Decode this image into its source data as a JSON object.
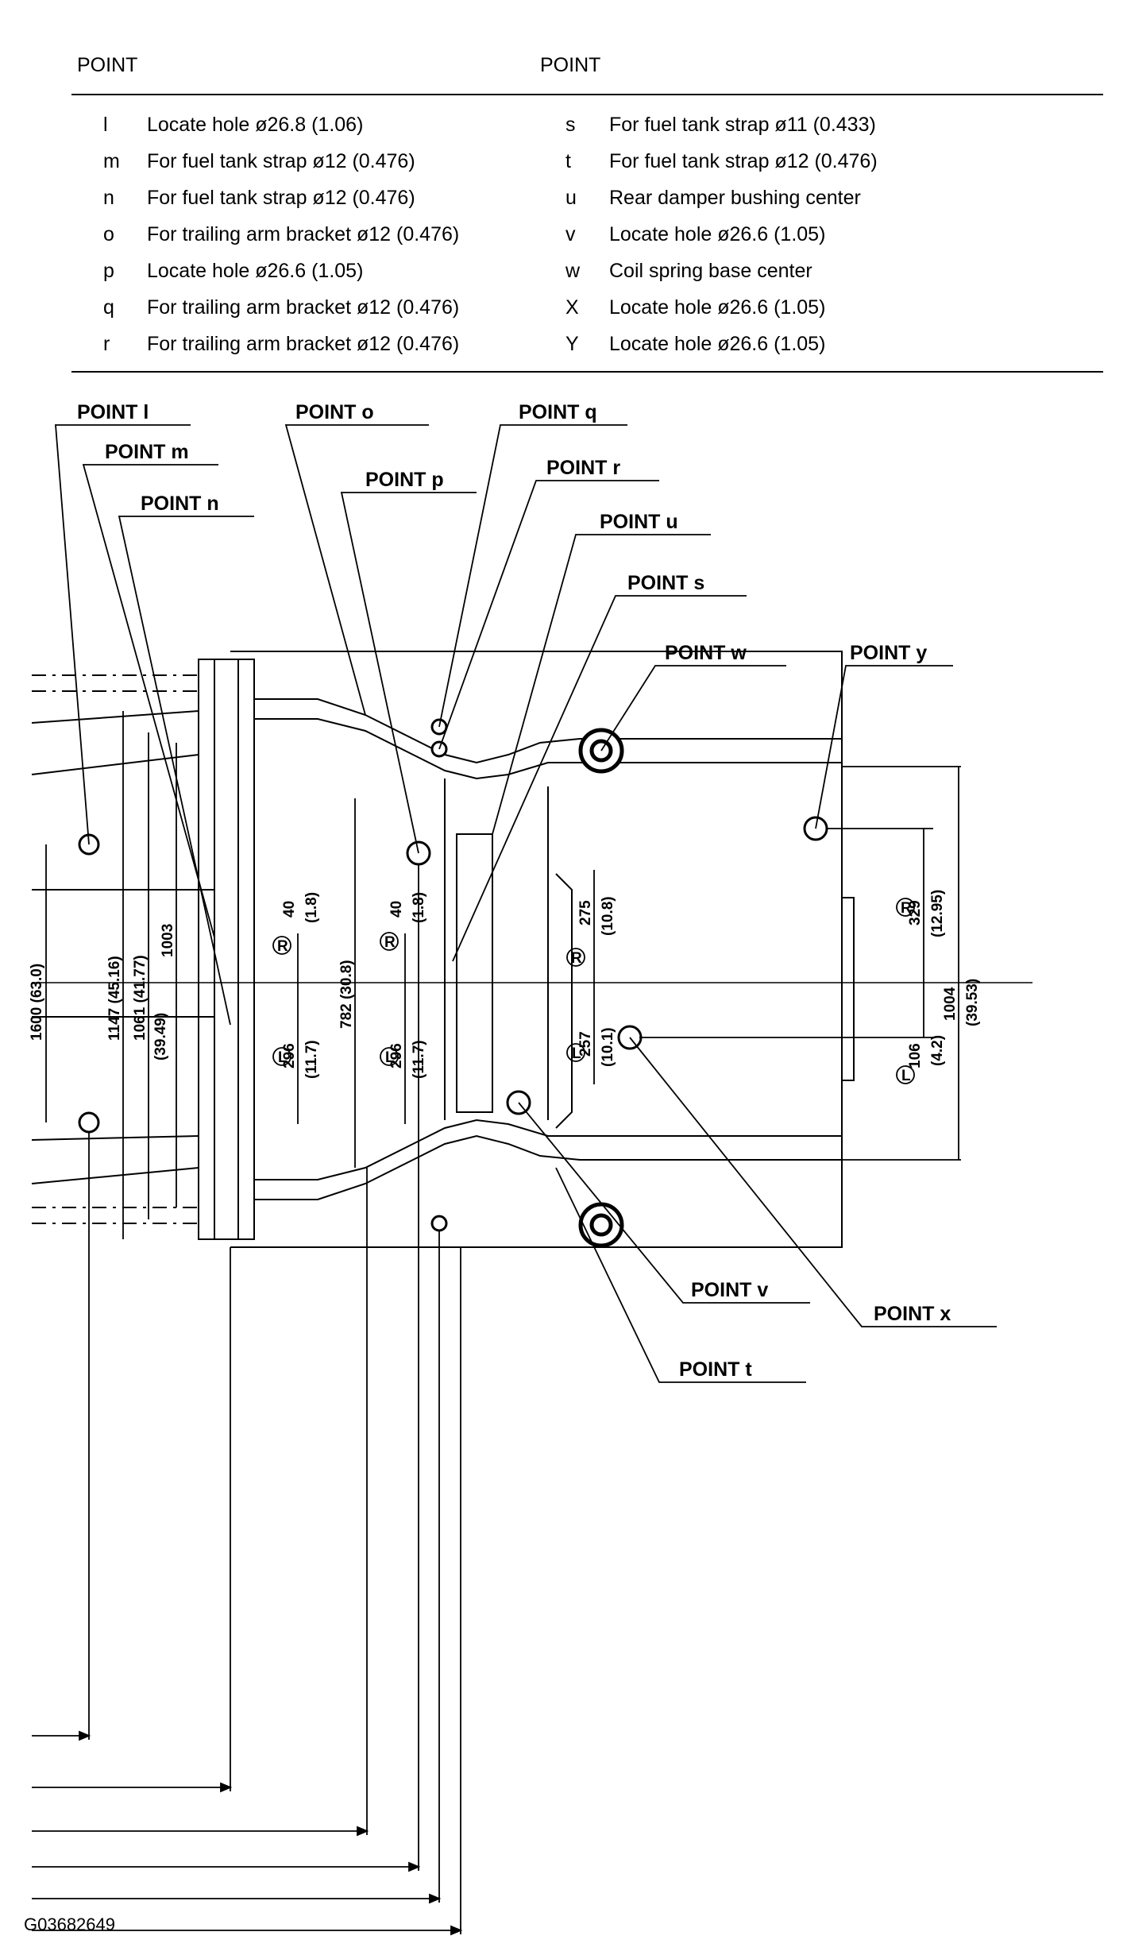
{
  "legend": {
    "col1_header": "POINT",
    "col2_header": "POINT",
    "left": [
      {
        "key": "l",
        "text": "Locate hole ø26.8 (1.06)"
      },
      {
        "key": "m",
        "text": "For fuel tank strap ø12 (0.476)"
      },
      {
        "key": "n",
        "text": "For fuel tank strap ø12 (0.476)"
      },
      {
        "key": "o",
        "text": "For trailing arm bracket ø12 (0.476)"
      },
      {
        "key": "p",
        "text": "Locate hole ø26.6 (1.05)"
      },
      {
        "key": "q",
        "text": "For trailing arm bracket ø12 (0.476)"
      },
      {
        "key": "r",
        "text": "For trailing arm bracket ø12 (0.476)"
      }
    ],
    "right": [
      {
        "key": "s",
        "text": "For fuel tank strap ø11 (0.433)"
      },
      {
        "key": "t",
        "text": "For fuel tank strap ø12 (0.476)"
      },
      {
        "key": "u",
        "text": "Rear damper bushing center"
      },
      {
        "key": "v",
        "text": "Locate hole ø26.6 (1.05)"
      },
      {
        "key": "w",
        "text": "Coil spring base center"
      },
      {
        "key": "X",
        "text": "Locate hole ø26.6 (1.05)"
      },
      {
        "key": "Y",
        "text": "Locate hole ø26.6 (1.05)"
      }
    ]
  },
  "point_labels": {
    "l": "POINT l",
    "m": "POINT m",
    "n": "POINT n",
    "o": "POINT o",
    "p": "POINT p",
    "q": "POINT q",
    "r": "POINT r",
    "u": "POINT u",
    "s": "POINT s",
    "w": "POINT w",
    "y": "POINT y",
    "v": "POINT v",
    "x": "POINT x",
    "t": "POINT t"
  },
  "dimensions": {
    "d1600": "1600 (63.0)",
    "d1147": "1147 (45.16)",
    "d1061": "1061 (41.77)",
    "d1003": "1003",
    "d3949": "(39.49)",
    "d40a": "40",
    "d18a": "(1.8)",
    "d296a": "296",
    "d117a": "(11.7)",
    "d782": "782 (30.8)",
    "d40b": "40",
    "d18b": "(1.8)",
    "d296b": "296",
    "d117b": "(11.7)",
    "d275": "275",
    "d108": "(10.8)",
    "d257": "257",
    "d101": "(10.1)",
    "d329": "329",
    "d1295": "(12.95)",
    "d1004": "1004",
    "d3953": "(39.53)",
    "d106": "106",
    "d42": "(4.2)"
  },
  "side_marks": {
    "R": "R",
    "L": "L"
  },
  "figure_code": "G03682649"
}
